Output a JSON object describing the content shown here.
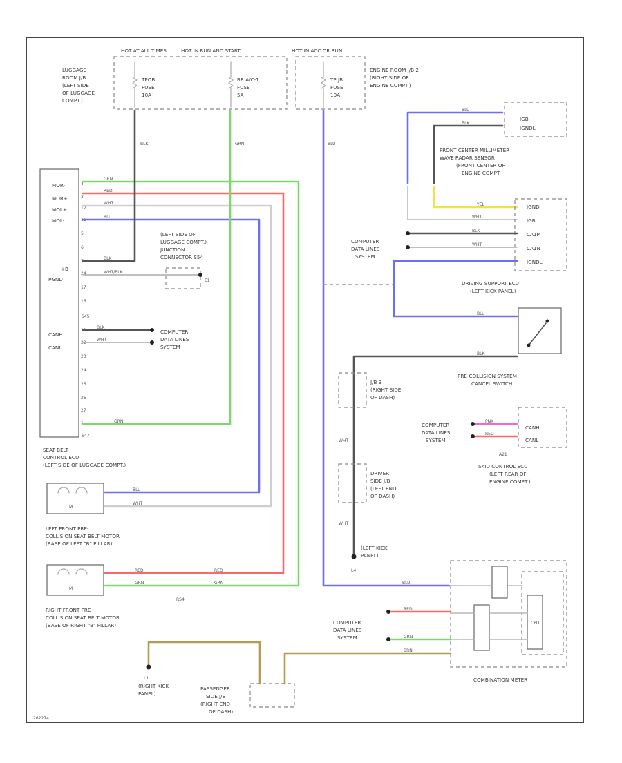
{
  "sources": {
    "hot_at_all_times": "HOT AT ALL TIMES",
    "hot_in_run": "HOT IN RUN AND START",
    "hot_in_acc": "HOT IN ACC OR RUN"
  },
  "fuses": {
    "luggage_room_jb": [
      "LUGGAGE",
      "ROOM J/B",
      "(LEFT SIDE",
      "OF LUGGAGE",
      "COMPT.)"
    ],
    "f1": [
      "TPOB",
      "FUSE",
      "10A"
    ],
    "f2": [
      "RR A/C-1",
      "FUSE",
      "5A"
    ],
    "f3": [
      "TP JB",
      "FUSE",
      "10A"
    ],
    "engine_room_jb": [
      "ENGINE ROOM J/B 2",
      "(RIGHT SIDE OF",
      "ENGINE COMPT.)"
    ]
  },
  "seat_belt_ecu": {
    "pins_left": [
      "MOR-",
      "MOR+",
      "MOL+",
      "MOL-",
      "+B",
      "PGND",
      "CANH",
      "CANL"
    ],
    "label": [
      "SEAT BELT",
      "CONTROL ECU",
      "(LEFT SIDE OF LUGGAGE COMPT.)"
    ],
    "connector_top": "S45",
    "connector_bottom": "S47"
  },
  "junction_connector": [
    "(LEFT SIDE OF",
    "LUGGAGE COMPT.)",
    "JUNCTION",
    "CONNECTOR S54"
  ],
  "computer_data_lines": [
    "COMPUTER",
    "DATA LINES",
    "SYSTEM"
  ],
  "left_motor": [
    "LEFT FRONT PRE-",
    "COLLISION SEAT BELT MOTOR",
    "(BASE OF LEFT \"B\" PILLAR)"
  ],
  "right_motor": [
    "RIGHT FRONT PRE-",
    "COLLISION SEAT BELT MOTOR",
    "(BASE OF RIGHT \"B\" PILLAR)"
  ],
  "mm_wave_sensor": {
    "pins": [
      "IGB",
      "IGNDL"
    ],
    "label": [
      "FRONT CENTER MILLIMETER",
      "WAVE RADAR SENSOR",
      "(FRONT CENTER OF",
      "ENGINE COMPT.)"
    ]
  },
  "driving_support_ecu": {
    "pins": [
      "IGND",
      "IGB",
      "CA1P",
      "CA1N",
      "IGNDL"
    ],
    "label": [
      "DRIVING SUPPORT ECU",
      "(LEFT KICK PANEL)"
    ]
  },
  "pcs_cancel_switch": [
    "PRE-COLLISION SYSTEM",
    "CANCEL SWITCH"
  ],
  "jb_3": [
    "J/B 3",
    "(RIGHT SIDE",
    "OF DASH)"
  ],
  "driver_side_jb": [
    "DRIVER",
    "SIDE J/B",
    "(LEFT END",
    "OF DASH)"
  ],
  "left_kick": [
    "(LEFT KICK",
    "PANEL)"
  ],
  "left_kick_conn": "L4",
  "skid_ecu": {
    "pins": [
      "CANH",
      "CANL"
    ],
    "label": [
      "SKID CONTROL ECU",
      "(LEFT REAR OF",
      "ENGINE COMPT.)"
    ],
    "conn": "A21"
  },
  "combination_meter": {
    "label": "COMBINATION METER",
    "cpu": "CPU"
  },
  "passenger_jb": [
    "PASSENGER",
    "SIDE J/B",
    "(RIGHT END",
    "OF DASH)"
  ],
  "right_kick": [
    "(RIGHT KICK",
    "PANEL)"
  ],
  "right_kick_conn": "L1",
  "wire_colors": {
    "grn": "GRN",
    "red": "RED",
    "wht": "WHT",
    "blu": "BLU",
    "blk": "BLK",
    "yel": "YEL",
    "pnk": "PNK",
    "wht_blk": "WHT/BLK",
    "brn": "BRN"
  },
  "diagram_id": "262274"
}
